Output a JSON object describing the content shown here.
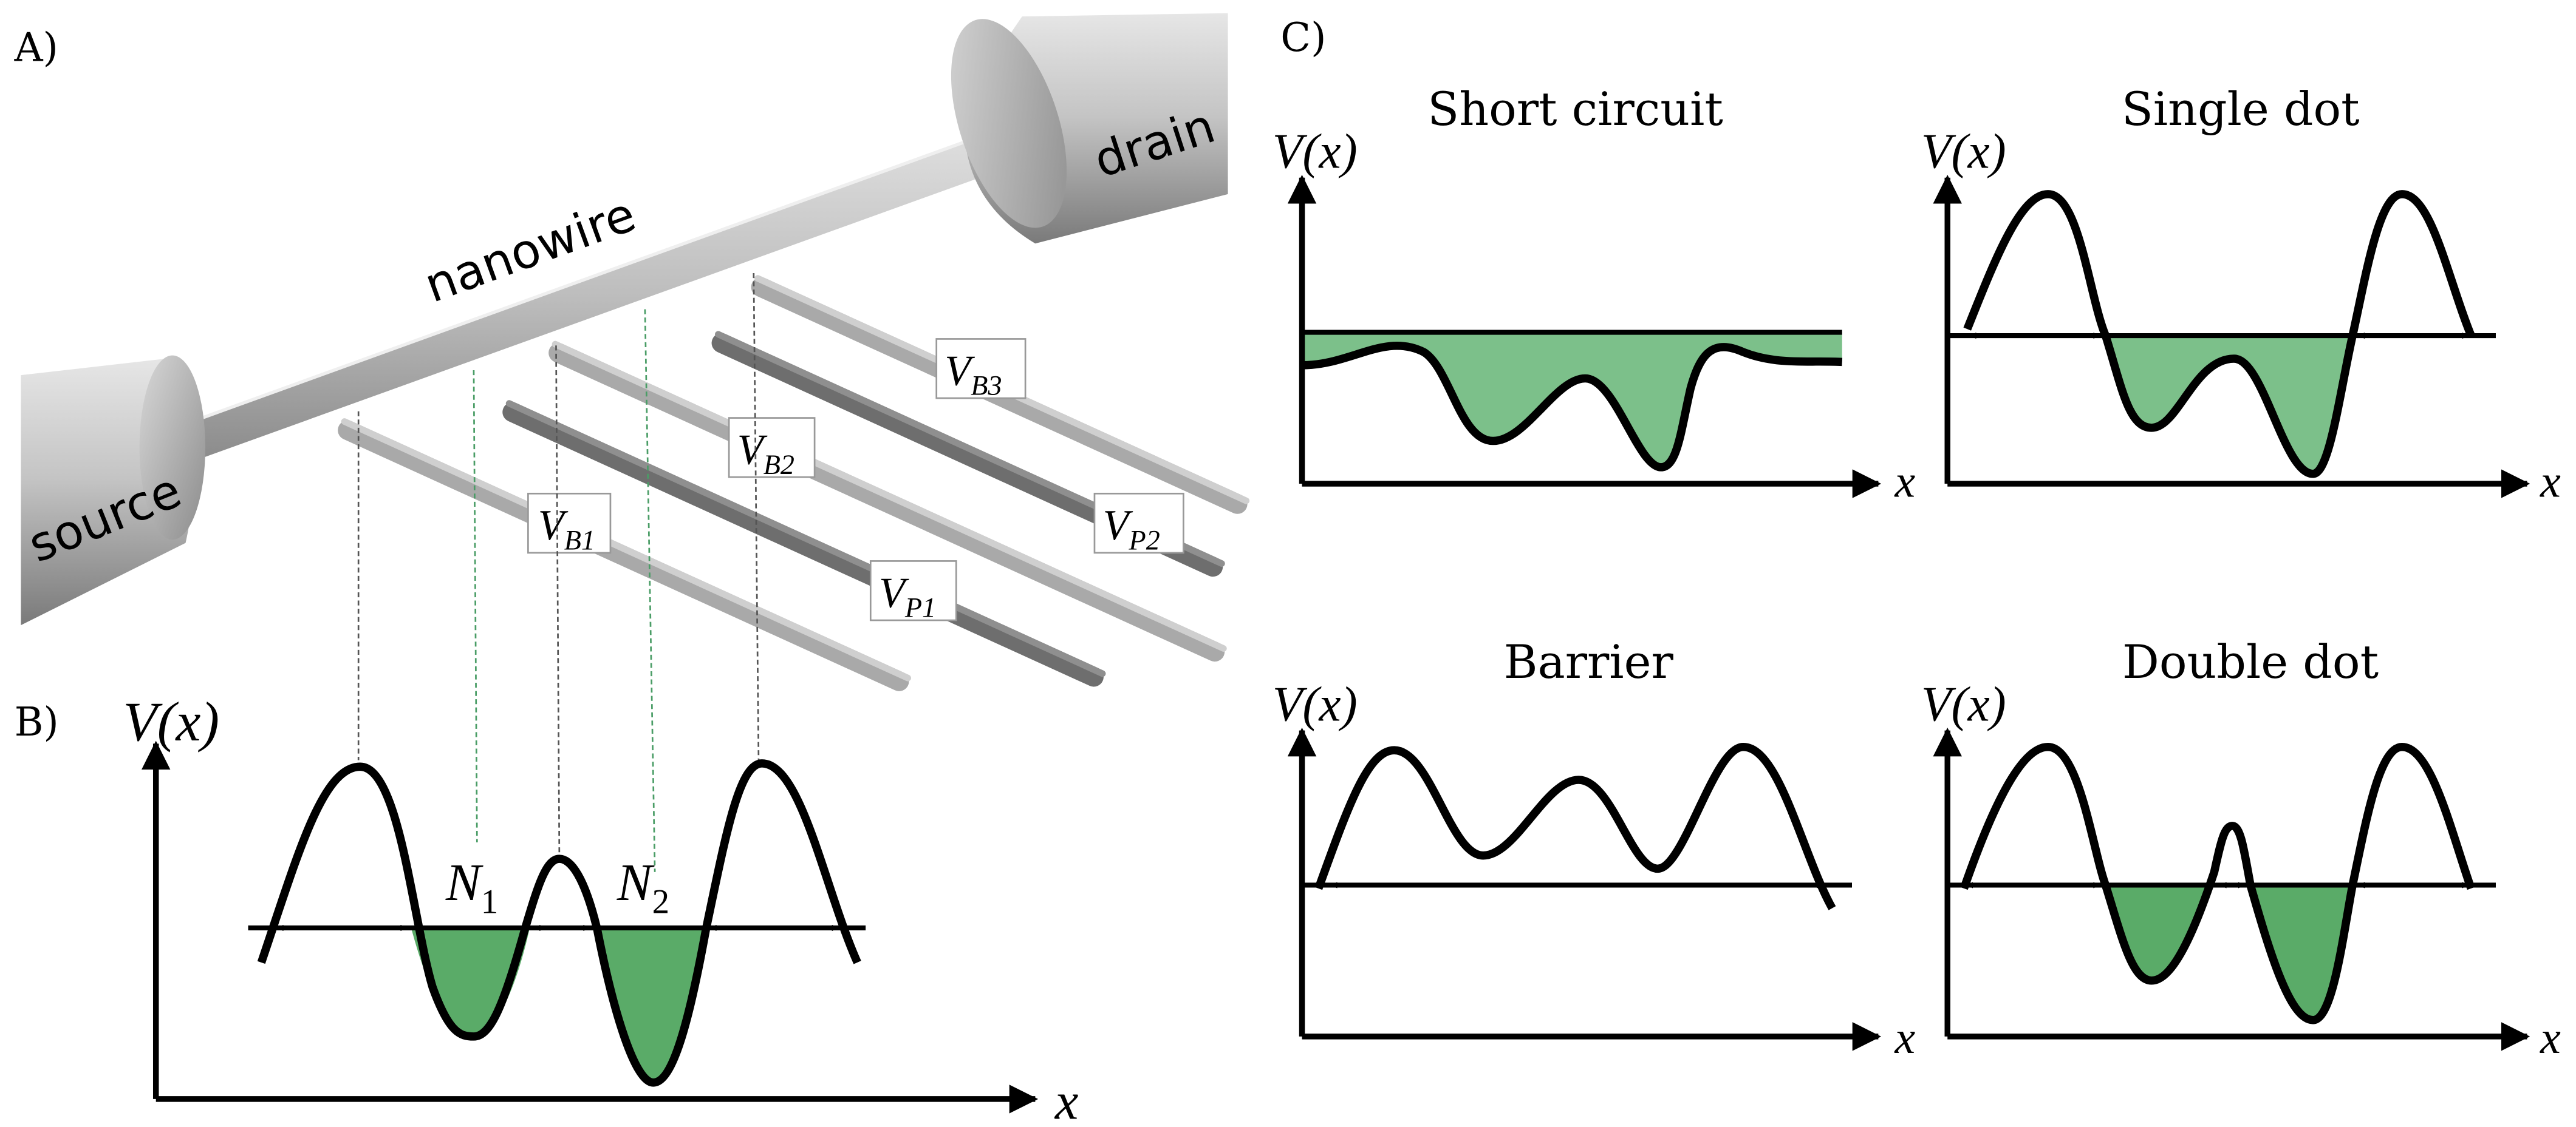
{
  "panel_labels": {
    "a": "A)",
    "b": "B)",
    "c": "C)"
  },
  "device": {
    "source_label": "source",
    "drain_label": "drain",
    "nanowire_label": "nanowire",
    "gates": [
      {
        "var": "V",
        "sub": "B1"
      },
      {
        "var": "V",
        "sub": "P1"
      },
      {
        "var": "V",
        "sub": "B2"
      },
      {
        "var": "V",
        "sub": "P2"
      },
      {
        "var": "V",
        "sub": "B3"
      }
    ]
  },
  "axes": {
    "y_label": "V(x)",
    "x_label": "x"
  },
  "panel_b": {
    "dot_labels": [
      {
        "var": "N",
        "sub": "1"
      },
      {
        "var": "N",
        "sub": "2"
      }
    ]
  },
  "panel_c": {
    "titles": {
      "short_circuit": "Short circuit",
      "single_dot": "Single dot",
      "barrier": "Barrier",
      "double_dot": "Double dot"
    }
  },
  "colors": {
    "fill_green": "#5aab68",
    "fill_green_light": "#7cc08a",
    "gate_light": "#a8a8a8",
    "gate_dark": "#6e6e6e",
    "line": "#000000"
  }
}
